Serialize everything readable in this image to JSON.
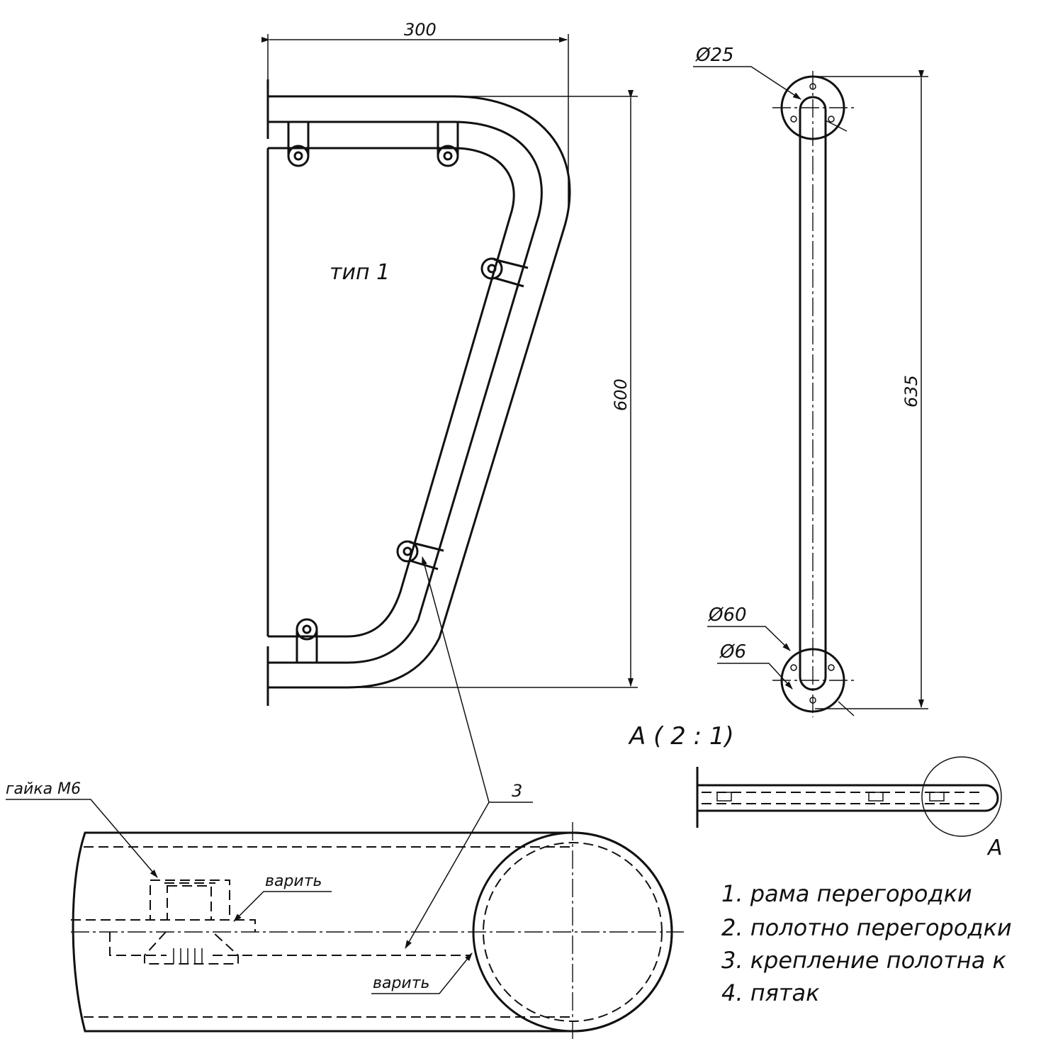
{
  "drawing": {
    "title_type": "тип 1",
    "dim_width": "300",
    "dim_height": "600",
    "dim_side_height": "635",
    "dia_tube": "Ø25",
    "dia_flange": "Ø60",
    "dia_hole": "Ø6",
    "detail_title": "А ( 2 : 1)",
    "detail_marker": "А",
    "callout_3": "3",
    "nut_label": "гайка М6",
    "weld_label_1": "варить",
    "weld_label_2": "варить"
  },
  "legend": [
    "1. рама перегородки",
    "2. полотно перегородки",
    "3. крепление полотна к",
    "4. пятак"
  ]
}
